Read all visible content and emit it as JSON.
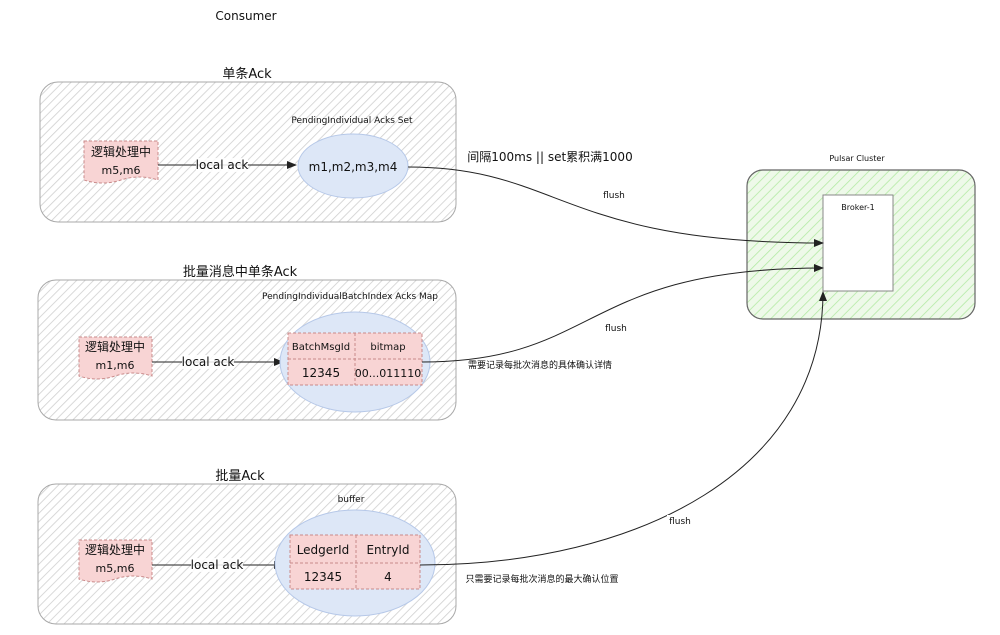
{
  "title": "Consumer",
  "colors": {
    "hatch_gray": "#c9c9c9",
    "panel_stroke": "#a0a0a0",
    "pink_fill": "#f8d4d4",
    "pink_stroke": "#c98a8a",
    "ellipse_fill": "#dde7f7",
    "ellipse_stroke": "#a9bfe3",
    "cluster_fill": "#e6f7df",
    "cluster_hatch": "#a8e699",
    "line": "#222222"
  },
  "sections": [
    {
      "title": "单条Ack",
      "note_title": "逻辑处理中",
      "note_items": "m5,m6",
      "arrow_label": "local ack",
      "store_label": "PendingIndividual Acks Set",
      "store_content": "m1,m2,m3,m4",
      "flush_note": "间隔100ms || set累积满1000",
      "flush_label": "flush"
    },
    {
      "title": "批量消息中单条Ack",
      "note_title": "逻辑处理中",
      "note_items": "m1,m6",
      "arrow_label": "local ack",
      "store_label": "PendingIndividualBatchIndex Acks Map",
      "table_headers": [
        "BatchMsgId",
        "bitmap"
      ],
      "table_values": [
        "12345",
        "00...011110"
      ],
      "flush_note": "需要记录每批次消息的具体确认详情",
      "flush_label": "flush"
    },
    {
      "title": "批量Ack",
      "note_title": "逻辑处理中",
      "note_items": "m5,m6",
      "arrow_label": "local ack",
      "store_label": "buffer",
      "table_headers": [
        "LedgerId",
        "EntryId"
      ],
      "table_values": [
        "12345",
        "4"
      ],
      "flush_note": "只需要记录每批次消息的最大确认位置",
      "flush_label": "flush"
    }
  ],
  "cluster": {
    "label": "Pulsar Cluster",
    "broker_label": "Broker-1"
  }
}
